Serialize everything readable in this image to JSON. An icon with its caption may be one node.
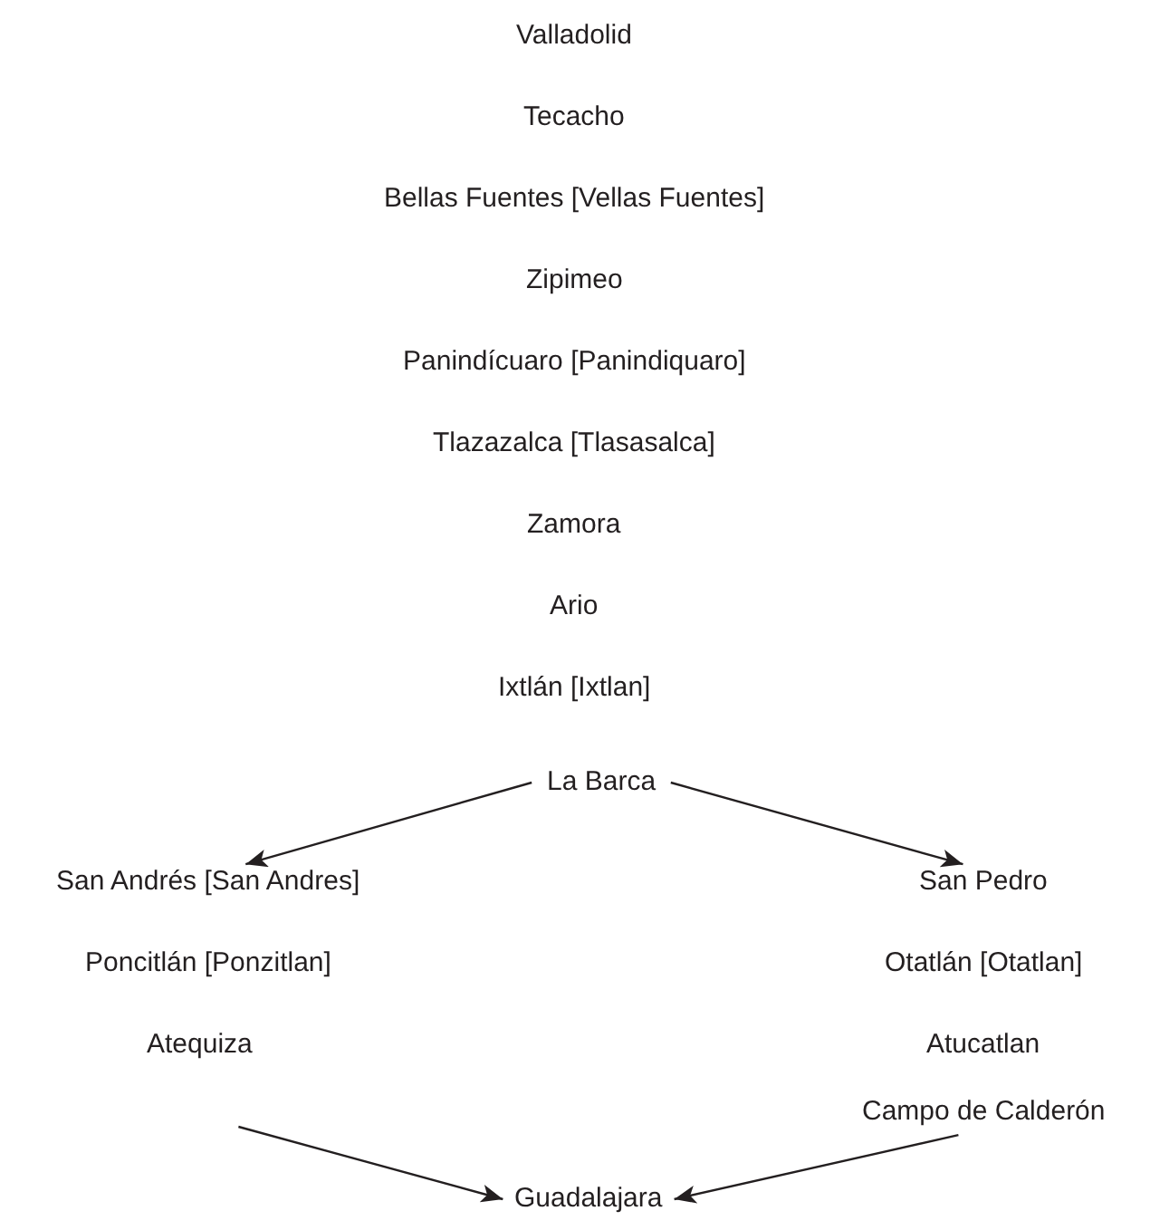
{
  "diagram": {
    "nodes": [
      {
        "text": [
          "Valladolid"
        ]
      },
      {
        "text": [
          "Tecacho"
        ]
      },
      {
        "text": [
          "Bellas Fuentes [Vellas Fuentes]"
        ]
      },
      {
        "text": [
          "Zipimeo"
        ]
      },
      {
        "text": [
          "Panindícuaro [Panindiquaro]"
        ]
      },
      {
        "text": [
          "Tlazazalca [Tlasasalca]"
        ]
      },
      {
        "text": [
          "Zamora"
        ]
      },
      {
        "text": [
          "Ario"
        ]
      },
      {
        "text": [
          "Ixtlán [Ixtlan]"
        ]
      },
      {
        "text": [
          "La Barca"
        ]
      },
      {
        "text": [
          "San Andrés [San Andres]"
        ]
      },
      {
        "text": [
          "San Pedro"
        ]
      },
      {
        "text": [
          "Poncitlán [Ponzitlan]"
        ]
      },
      {
        "text": [
          "Otatlán [Otatlan]"
        ]
      },
      {
        "text": [
          "Atequiza"
        ]
      },
      {
        "text": [
          "Atucatlan"
        ]
      },
      {
        "text": [
          "Campo de Calderón"
        ]
      },
      {
        "text": [
          "Guadalajara"
        ]
      }
    ],
    "edges": [
      {
        "from": 9,
        "to": 10,
        "arrow": "to"
      },
      {
        "from": 9,
        "to": 11,
        "arrow": "to"
      },
      {
        "from": 14,
        "to": 17,
        "arrow": "to"
      },
      {
        "from": 16,
        "to": 17,
        "arrow": "to"
      }
    ]
  }
}
